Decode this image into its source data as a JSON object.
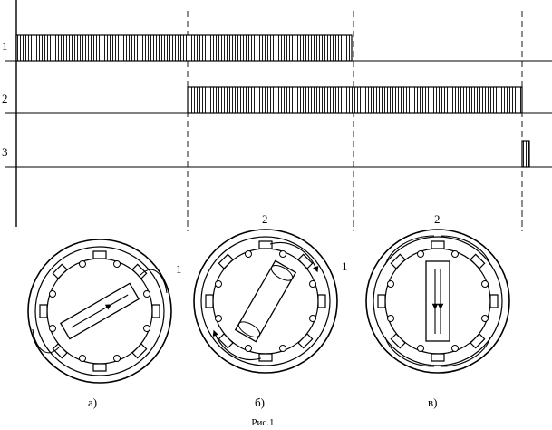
{
  "timing": {
    "row_labels": [
      "1",
      "2",
      "3"
    ]
  },
  "motors": [
    {
      "id": "a",
      "panel_label": "а)",
      "coil_labels": [
        "1"
      ]
    },
    {
      "id": "b",
      "panel_label": "б)",
      "coil_labels": [
        "2",
        "1"
      ]
    },
    {
      "id": "c",
      "panel_label": "в)",
      "coil_labels": [
        "2"
      ]
    }
  ],
  "caption": "Рис.1"
}
